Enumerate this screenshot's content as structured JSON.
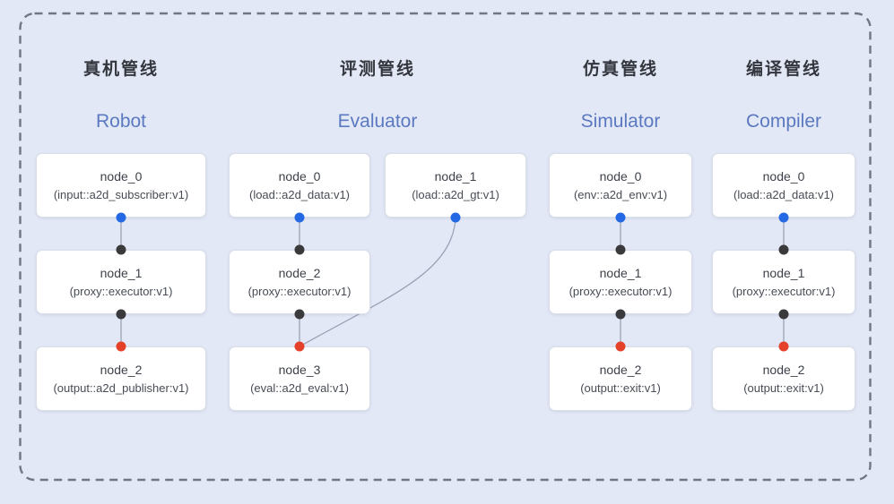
{
  "colors": {
    "background": "#e3e8f6",
    "node_bg": "#ffffff",
    "node_border": "#d9dee8",
    "dot_blue": "#2469e3",
    "dot_red": "#e4402a",
    "dot_black": "#3a3a3c",
    "wire": "#9aa3b6",
    "frame": "#707784",
    "title_cn": "#33363d",
    "title_en": "#5b79c0",
    "node_text": "#3d424a",
    "node_subtext": "#474c55"
  },
  "pipelines": [
    {
      "title_cn": "真机管线",
      "title_en": "Robot",
      "nodes": [
        {
          "title": "node_0",
          "subtitle": "(input::a2d_subscriber:v1)"
        },
        {
          "title": "node_1",
          "subtitle": "(proxy::executor:v1)"
        },
        {
          "title": "node_2",
          "subtitle": "(output::a2d_publisher:v1)"
        }
      ]
    },
    {
      "title_cn": "评测管线",
      "title_en": "Evaluator",
      "nodes": [
        {
          "title": "node_0",
          "subtitle": "(load::a2d_data:v1)"
        },
        {
          "title": "node_1",
          "subtitle": "(load::a2d_gt:v1)"
        },
        {
          "title": "node_2",
          "subtitle": "(proxy::executor:v1)"
        },
        {
          "title": "node_3",
          "subtitle": "(eval::a2d_eval:v1)"
        }
      ]
    },
    {
      "title_cn": "仿真管线",
      "title_en": "Simulator",
      "nodes": [
        {
          "title": "node_0",
          "subtitle": "(env::a2d_env:v1)"
        },
        {
          "title": "node_1",
          "subtitle": "(proxy::executor:v1)"
        },
        {
          "title": "node_2",
          "subtitle": "(output::exit:v1)"
        }
      ]
    },
    {
      "title_cn": "编译管线",
      "title_en": "Compiler",
      "nodes": [
        {
          "title": "node_0",
          "subtitle": "(load::a2d_data:v1)"
        },
        {
          "title": "node_1",
          "subtitle": "(proxy::executor:v1)"
        },
        {
          "title": "node_2",
          "subtitle": "(output::exit:v1)"
        }
      ]
    }
  ]
}
